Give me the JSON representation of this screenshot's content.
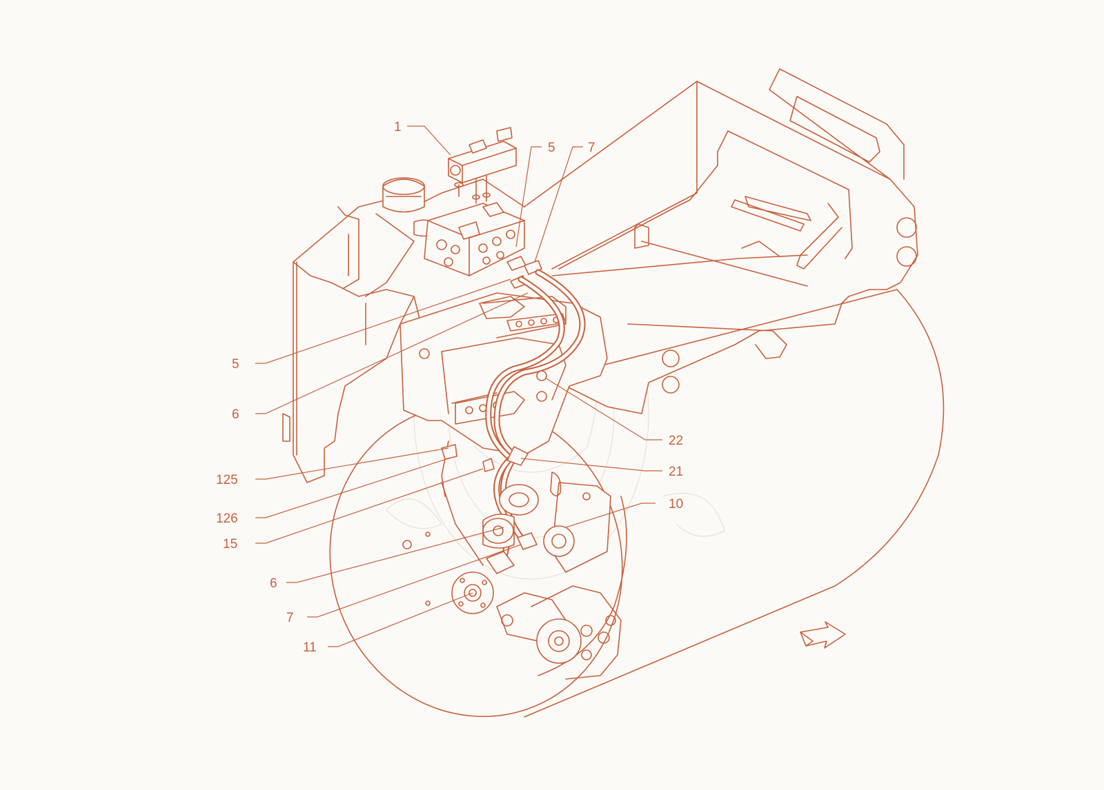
{
  "diagram": {
    "line_color": "#c8603c",
    "background_color": "#fbfaf7",
    "callouts": [
      {
        "id": "c1",
        "label": "1"
      },
      {
        "id": "c5a",
        "label": "5"
      },
      {
        "id": "c7a",
        "label": "7"
      },
      {
        "id": "c5b",
        "label": "5"
      },
      {
        "id": "c6a",
        "label": "6"
      },
      {
        "id": "c22",
        "label": "22"
      },
      {
        "id": "c21",
        "label": "21"
      },
      {
        "id": "c125",
        "label": "125"
      },
      {
        "id": "c10",
        "label": "10"
      },
      {
        "id": "c126",
        "label": "126"
      },
      {
        "id": "c15",
        "label": "15"
      },
      {
        "id": "c6b",
        "label": "6"
      },
      {
        "id": "c7b",
        "label": "7"
      },
      {
        "id": "c11",
        "label": "11"
      }
    ],
    "icons": {
      "direction_arrow": "direction-arrow-icon"
    }
  }
}
